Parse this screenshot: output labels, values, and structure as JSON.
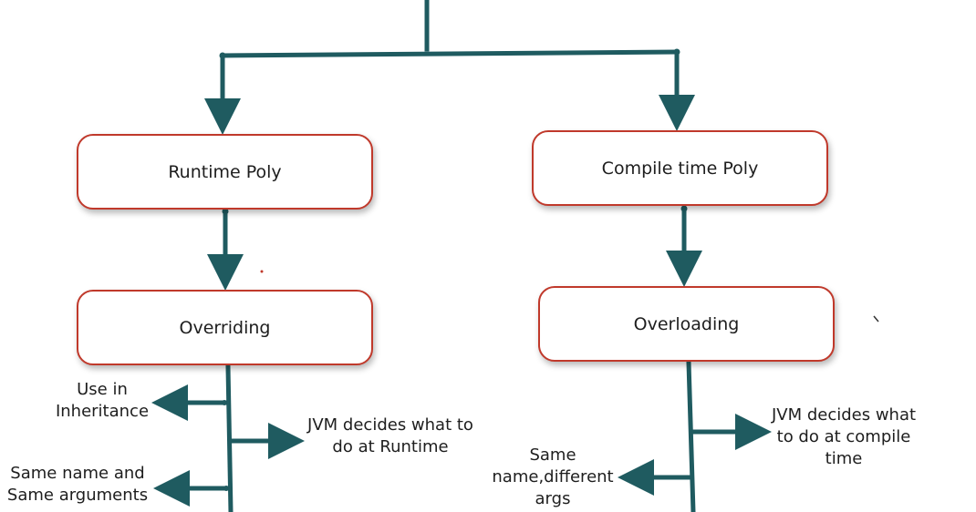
{
  "colors": {
    "connector": "#1f5b60",
    "node_border": "#c0392b",
    "text": "#1e1e1e"
  },
  "left_branch": {
    "type_node": "Runtime Poly",
    "technique_node": "Overriding",
    "notes": {
      "inheritance": [
        "Use in",
        "Inheritance"
      ],
      "jvm": [
        "JVM decides what to",
        "do at Runtime"
      ],
      "same_name": [
        "Same name and",
        "Same arguments"
      ]
    }
  },
  "right_branch": {
    "type_node": "Compile time Poly",
    "technique_node": "Overloading",
    "notes": {
      "jvm": [
        "JVM decides what",
        "to do at compile",
        "time"
      ],
      "same_name": [
        "Same",
        "name,different",
        "args"
      ]
    }
  }
}
